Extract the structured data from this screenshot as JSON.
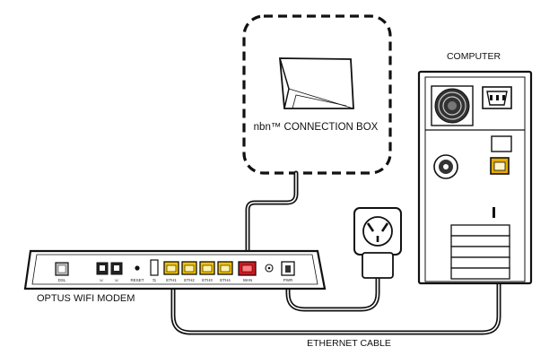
{
  "labels": {
    "nbn_box": "nbn™ CONNECTION BOX",
    "computer": "COMPUTER",
    "modem": "OPTUS WIFI MODEM",
    "ethernet": "ETHERNET CABLE"
  },
  "modem_ports": {
    "dsl": "DSL",
    "reset": "RESET",
    "eth1": "ETH1",
    "eth2": "ETH2",
    "eth3": "ETH3",
    "eth4": "ETH4",
    "wan": "WAN",
    "pwr": "PWR"
  },
  "colors": {
    "lan_port": "#f2c200",
    "wan_port": "#d9141e",
    "pc_port": "#e8a900",
    "line": "#111111"
  }
}
